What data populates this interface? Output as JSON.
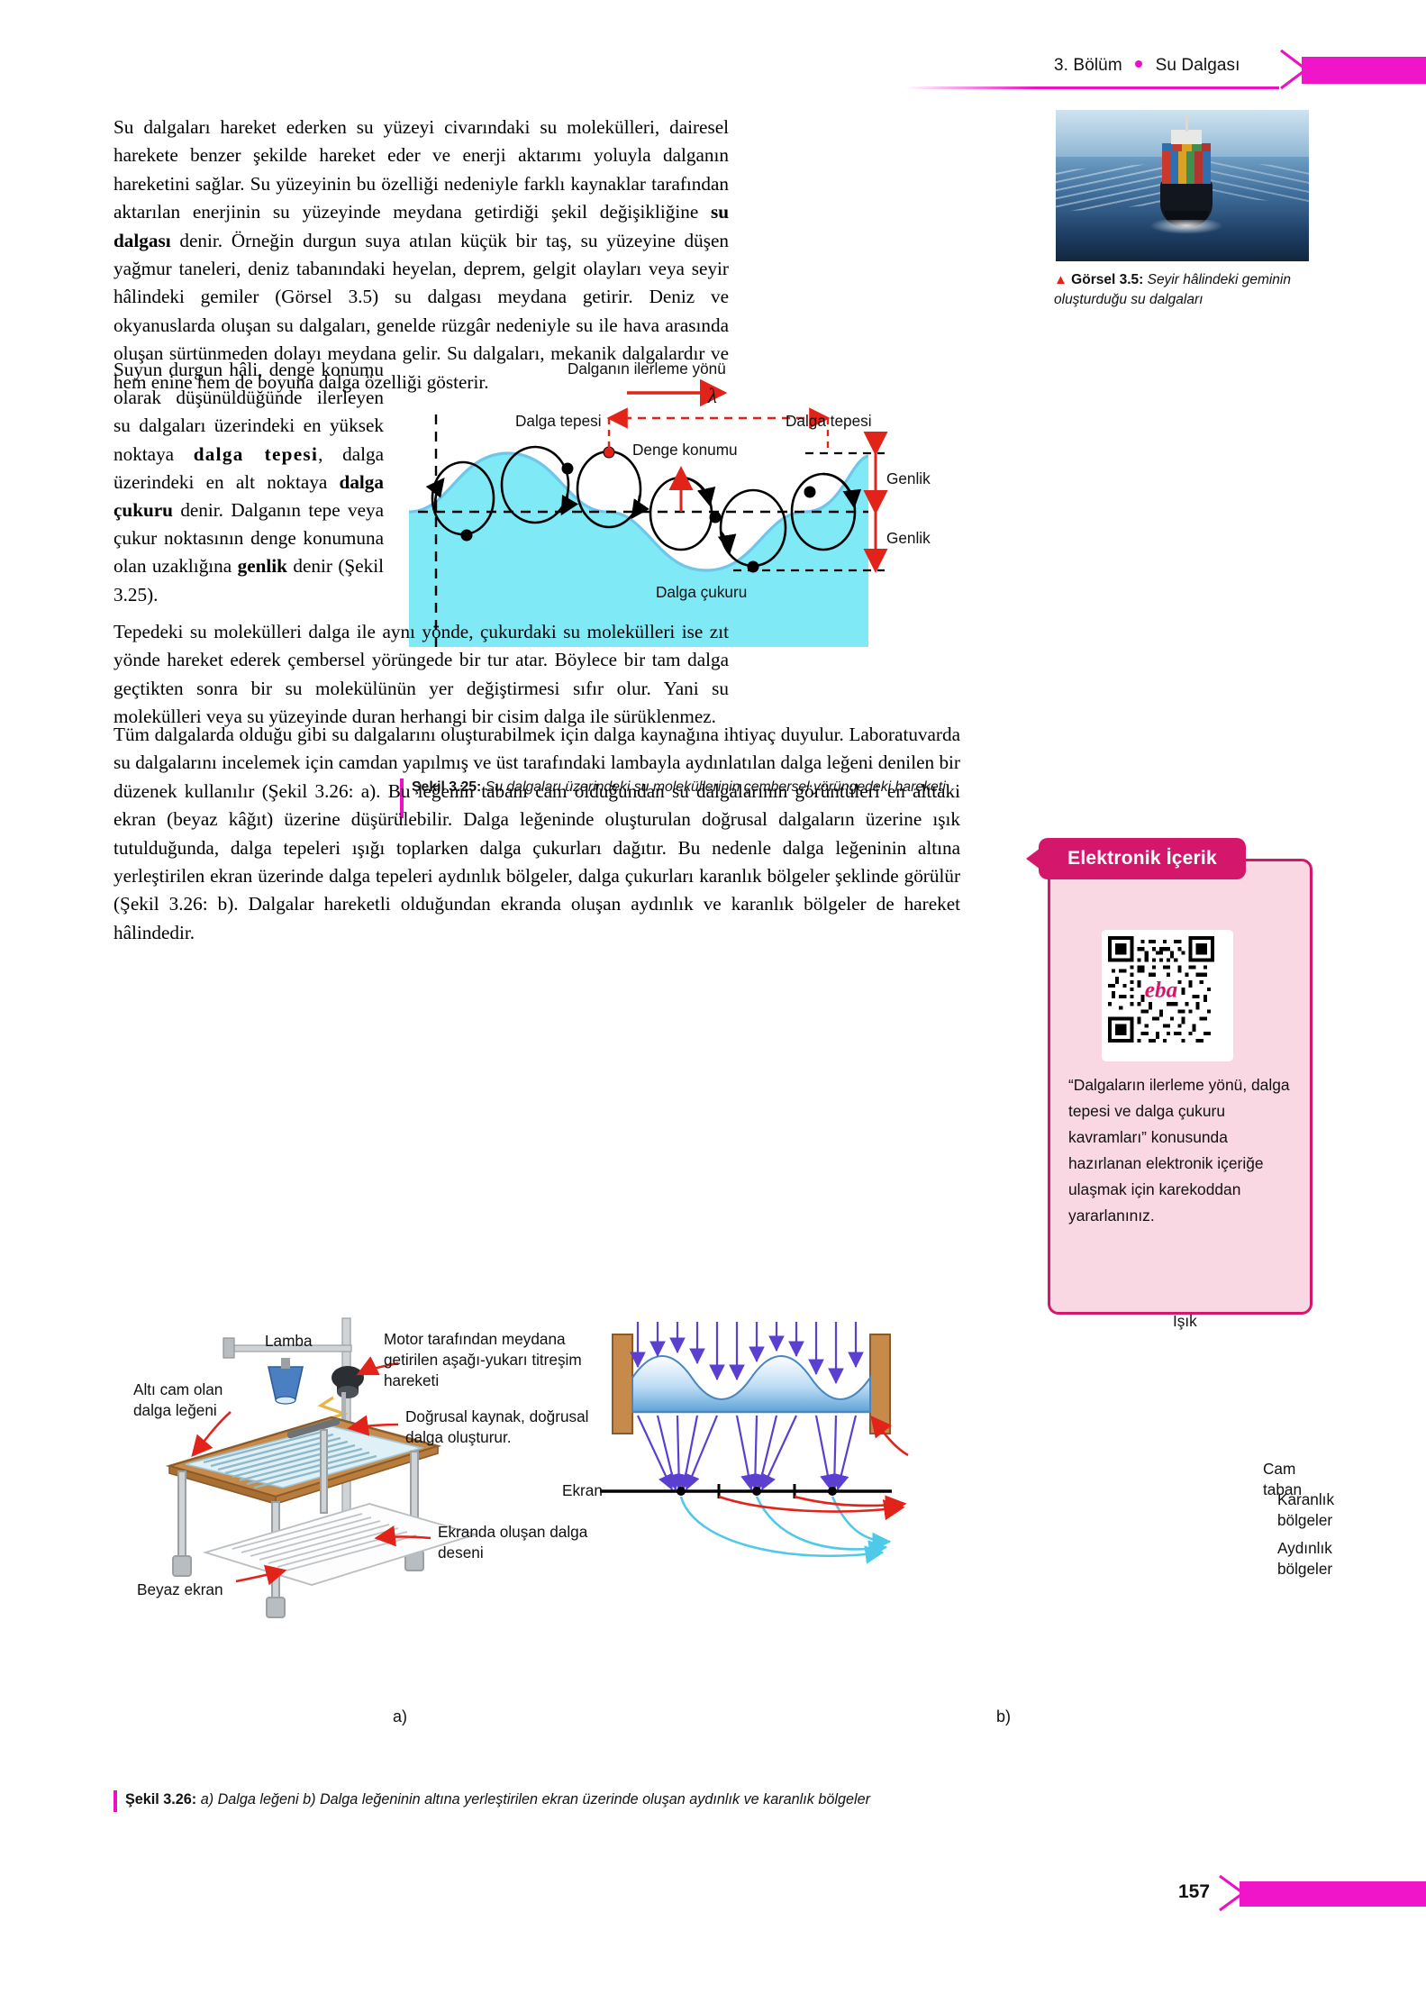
{
  "header": {
    "chapter": "3. Bölüm",
    "section": "Su Dalgası"
  },
  "paragraphs": {
    "intro_1": "Su dalgaları hareket ederken su yüzeyi civarındaki su molekülleri, dairesel harekete benzer şekilde hareket eder ve enerji aktarımı yoluyla dalganın hareketini sağlar. Su yüzeyinin bu özelliği nedeniyle farklı kaynaklar tarafından aktarılan enerjinin su yüzeyinde meydana getirdiği şekil değişikliğine ",
    "intro_bold": "su dalgası",
    "intro_2": " denir. Örneğin durgun suya atılan küçük bir taş, su yüzeyine düşen yağmur taneleri, deniz tabanındaki heyelan, deprem, gelgit olayları veya seyir hâlindeki gemiler (Görsel 3.5) su dalgası meydana getirir. Deniz ve okyanuslarda oluşan su dalgaları, genelde rüzgâr nedeniyle su ile hava arasında oluşan sürtünmeden dolayı meydana gelir. Su dalgaları, mekanik dalgalardır ve hem enine hem de boyuna dalga özelliği gösterir.",
    "col_1": "Suyun durgun hâli, denge konumu olarak düşünüldüğünde ilerleyen su dalgaları üzerindeki en yüksek noktaya ",
    "col_bold_1": "dalga tepesi",
    "col_2": ", dalga üzerindeki en alt noktaya ",
    "col_bold_2": "dalga çukuru",
    "col_3": " denir. Dalganın tepe veya çukur noktasının denge konumuna olan uzaklığına ",
    "col_bold_3": "genlik",
    "col_4": " denir (Şekil 3.25).",
    "mid": "Tepedeki su molekülleri dalga ile aynı yönde, çukurdaki su molekülleri ise zıt yönde hareket ederek çembersel yörüngede bir tur atar. Böylece bir tam dalga geçtikten sonra bir su molekülünün yer değiştirmesi sıfır olur. Yani su molekülleri veya su yüzeyinde duran herhangi bir cisim dalga ile sürüklenmez.",
    "tum": "Tüm dalgalarda olduğu gibi su dalgalarını oluşturabilmek için dalga kaynağına ihtiyaç duyulur. Laboratuvarda su dalgalarını incelemek için camdan yapılmış ve üst tarafındaki lambayla aydınlatılan dalga leğeni denilen bir düzenek kullanılır (Şekil 3.26: a). Bu leğenin tabanı cam olduğundan su dalgalarının görüntüleri en alttaki ekran (beyaz kâğıt) üzerine düşürülebilir. Dalga leğeninde oluşturulan doğrusal dalgaların üzerine ışık tutulduğunda, dalga tepeleri ışığı toplarken dalga çukurları dağıtır. Bu nedenle dalga leğeninin altına yerleştirilen ekran üzerinde dalga tepeleri aydınlık bölgeler, dalga çukurları karanlık bölgeler şeklinde görülür (Şekil 3.26: b). Dalgalar hareketli olduğundan ekranda oluşan aydınlık ve karanlık bölgeler de hareket hâlindedir."
  },
  "photo": {
    "caption_label": "Görsel 3.5:",
    "caption_text": " Seyir hâlindeki geminin oluşturduğu su dalgaları",
    "triangle": "▲"
  },
  "figure325": {
    "labels": {
      "direction": "Dalganın ilerleme yönü",
      "lambda": "λ",
      "crest_left": "Dalga tepesi",
      "crest_right": "Dalga tepesi",
      "equilibrium": "Denge konumu",
      "trough": "Dalga çukuru",
      "amplitude_top": "Genlik",
      "amplitude_bottom": "Genlik"
    },
    "caption_label": "Şekil 3.25:",
    "caption_text": " Su dalgaları üzerindeki su moleküllerinin çembersel yörüngedeki hareketi"
  },
  "ebox": {
    "title": "Elektronik İçerik",
    "qr_logo": "eba",
    "body": "“Dalgaların ilerleme yönü, dalga tepesi ve dalga çukuru kavramları” konusunda hazırlanan elektronik içeriğe ulaşmak için karekoddan yararlanınız."
  },
  "figure326": {
    "labels_a": {
      "lamba": "Lamba",
      "motor": "Motor tarafından meydana getirilen aşağı-yukarı titreşim hareketi",
      "source": "Doğrusal kaynak, doğrusal dalga oluşturur.",
      "basin": "Altı cam olan dalga leğeni",
      "pattern": "Ekranda oluşan dalga deseni",
      "screen": "Beyaz ekran"
    },
    "labels_b": {
      "light": "Işık",
      "glass": "Cam taban",
      "screen": "Ekran",
      "dark": "Karanlık bölgeler",
      "bright": "Aydınlık bölgeler"
    },
    "sub_a": "a)",
    "sub_b": "b)",
    "caption_label": "Şekil 3.26:",
    "caption_text": " a) Dalga leğeni b) Dalga leğeninin altına yerleştirilen ekran üzerinde oluşan aydınlık ve karanlık bölgeler"
  },
  "footer": {
    "page_number": "157"
  },
  "colors": {
    "magenta": "#ec0fc4",
    "pink_dark": "#d5176b",
    "pink_light": "#f9d8e4",
    "water": "#7fe9f5",
    "red": "#e2231a",
    "blue_violet": "#5b3fd0"
  }
}
